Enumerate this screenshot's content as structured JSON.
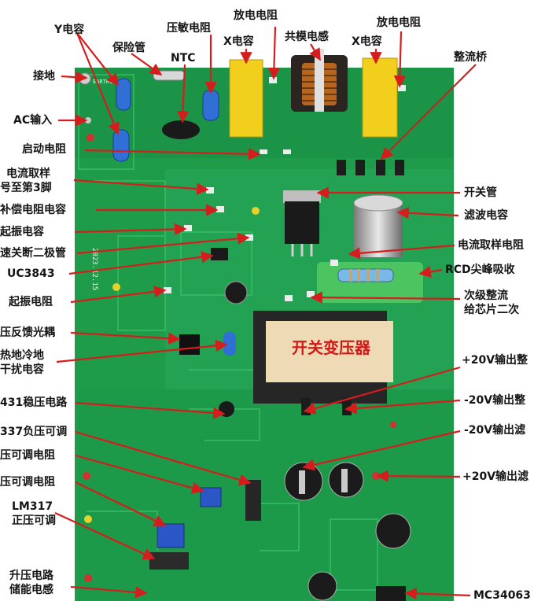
{
  "labels": {
    "y_cap": "Y电容",
    "fuse": "保险管",
    "ntc": "NTC",
    "varistor": "压敏电阻",
    "x_cap_left": "X电容",
    "discharge_res_left": "放电电阻",
    "cm_choke": "共模电感",
    "x_cap_right": "X电容",
    "discharge_res_right": "放电电阻",
    "rectifier": "整流桥",
    "ground": "接地",
    "ac_input": "AC输入",
    "start_res": "启动电阻",
    "current_sample_1": "电流取样",
    "current_sample_2": "号至第3脚",
    "comp_rc": "补偿电阻电容",
    "osc_cap": "起振电容",
    "fast_diode": "速关断二极管",
    "uc3843": "UC3843",
    "osc_res": "起振电阻",
    "feedback_opto": "压反馈光耦",
    "hot_cold_1": "热地冷地",
    "hot_cold_2": "干扰电容",
    "tl431": "431稳压电路",
    "lm337": "337负压可调",
    "neg_adj_res": "压可调电阻",
    "pos_adj_res": "压可调电阻",
    "lm317_1": "LM317",
    "lm317_2": "正压可调",
    "boost_1": "升压电路",
    "boost_2": "储能电感",
    "switch_tube": "开关管",
    "filter_cap": "滤波电容",
    "current_res": "电流取样电阻",
    "rcd": "RCD尖峰吸收",
    "secondary_1": "次级整流",
    "secondary_2": "给芯片二次",
    "pos20_rect": "+20V输出整",
    "neg20_rect": "-20V输出整",
    "neg20_filter": "-20V输出滤",
    "pos20_filter": "+20V输出滤",
    "mc34063": "MC34063",
    "transformer": "开关变压器"
  },
  "silkscreen": {
    "earth": "EARTH1",
    "date": "2023.12.15"
  },
  "colors": {
    "board": "#1e9c4a",
    "board_dark": "#137a36",
    "trace": "#2cb35c",
    "arrow": "#d51d1d",
    "label_text": "#151515",
    "xcap": "#f2cf1d",
    "ycap": "#2f6fd6"
  }
}
